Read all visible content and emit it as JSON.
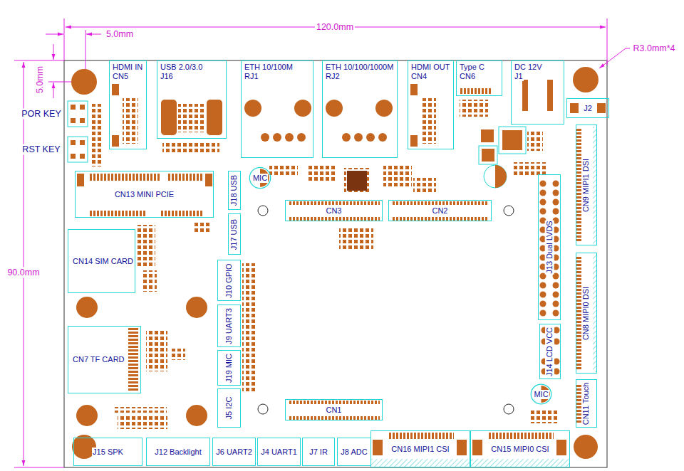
{
  "diagram": {
    "nodes": [
      {
        "text": [
          "HDMI IN",
          "CN5"
        ]
      },
      {
        "text": [
          "USB 2.0/3.0",
          "J16"
        ]
      },
      {
        "text": [
          "ETH 10/100M",
          "RJ1"
        ]
      },
      {
        "text": [
          "ETH 10/100/1000M",
          "RJ2"
        ]
      },
      {
        "text": [
          "HDMI OUT",
          "CN4"
        ]
      },
      {
        "text": [
          "Type C",
          "CN6"
        ]
      },
      {
        "text": [
          "DC 12V",
          "J1"
        ]
      },
      {
        "text": [
          "J2"
        ]
      },
      {
        "text": [
          "CN13 MINI PCIE"
        ]
      },
      {
        "text": [
          "J18 USB"
        ]
      },
      {
        "text": [
          "MIC"
        ]
      },
      {
        "text": [
          "CN3"
        ]
      },
      {
        "text": [
          "CN2"
        ]
      },
      {
        "text": [
          "CN9 MIPI1 DSI"
        ]
      },
      {
        "text": [
          "J17 USB"
        ]
      },
      {
        "text": [
          "CN14 SIM CARD"
        ]
      },
      {
        "text": [
          "J10 GPIO"
        ]
      },
      {
        "text": [
          "J13 Dual LVDS"
        ]
      },
      {
        "text": [
          "J9 UART3"
        ]
      },
      {
        "text": [
          "CN8 MIPI0 DSI"
        ]
      },
      {
        "text": [
          "J14 LCD VCC"
        ]
      },
      {
        "text": [
          "CN7 TF CARD"
        ]
      },
      {
        "text": [
          "J19 MIC"
        ]
      },
      {
        "text": [
          "MIC"
        ]
      },
      {
        "text": [
          "J5 I2C"
        ]
      },
      {
        "text": [
          "CN1"
        ]
      },
      {
        "text": [
          "CN11 Touch"
        ]
      },
      {
        "text": [
          "J15 SPK"
        ]
      },
      {
        "text": [
          "J12 Backlight"
        ]
      },
      {
        "text": [
          "J6 UART2"
        ]
      },
      {
        "text": [
          "J4 UART1"
        ]
      },
      {
        "text": [
          "J7 IR"
        ]
      },
      {
        "text": [
          "J8 ADC"
        ]
      },
      {
        "text": [
          "CN16 MIPI1 CSI"
        ]
      },
      {
        "text": [
          "CN15 MIPI0 CSI"
        ]
      }
    ],
    "labels": [
      "120.0mm",
      "5.0mm",
      "5.0mm",
      "90.0mm",
      "R3.0mm*4",
      "POR KEY",
      "RST KEY"
    ]
  }
}
